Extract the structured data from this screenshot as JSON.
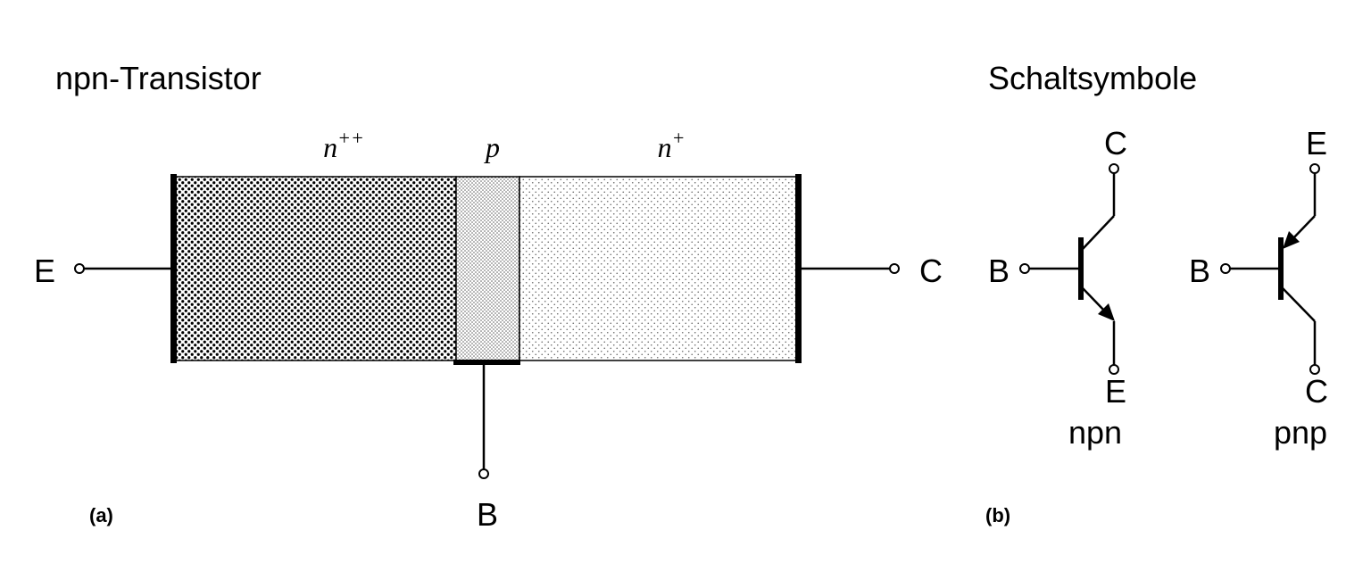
{
  "panel_a": {
    "title": "npn-Transistor",
    "tag": "(a)",
    "regions": [
      {
        "base": "n",
        "sup": "++"
      },
      {
        "base": "p",
        "sup": ""
      },
      {
        "base": "n",
        "sup": "+"
      }
    ],
    "terminals": {
      "emitter": "E",
      "collector": "C",
      "base": "B"
    }
  },
  "panel_b": {
    "title": "Schaltsymbole",
    "tag": "(b)",
    "npn": {
      "label": "npn",
      "top": "C",
      "left": "B",
      "bottom": "E"
    },
    "pnp": {
      "label": "pnp",
      "top": "E",
      "left": "B",
      "bottom": "C"
    }
  }
}
